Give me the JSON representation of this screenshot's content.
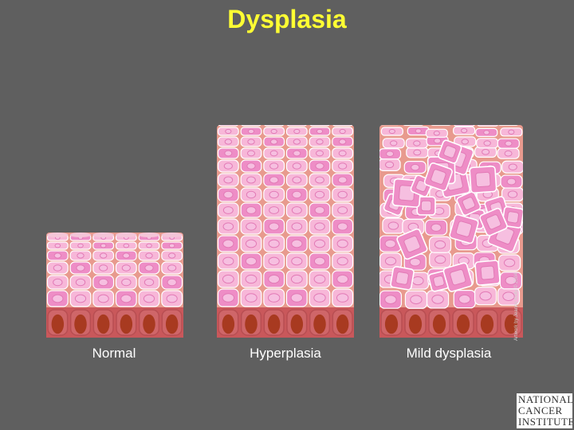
{
  "title": "Dysplasia",
  "panels": [
    {
      "label": "Normal"
    },
    {
      "label": "Hyperplasia"
    },
    {
      "label": "Mild dysplasia"
    }
  ],
  "credit": "Artwork by Jeanne Kelly © 2004",
  "logo": {
    "line1": "NATIONAL",
    "line2": "CANCER",
    "line3": "INSTITUTE"
  },
  "colors": {
    "background": "#5f5f5f",
    "title": "#ffff33",
    "caption": "#ffffff",
    "tissue": "#e89a8e",
    "cell_light": "#f7b7d8",
    "cell_mid": "#ee8dc6",
    "nucleus": "#f6bfe0",
    "basal_cell": "#c9585b",
    "basal_nucleus": "#a83a20",
    "cell_border": "#ffffff"
  }
}
